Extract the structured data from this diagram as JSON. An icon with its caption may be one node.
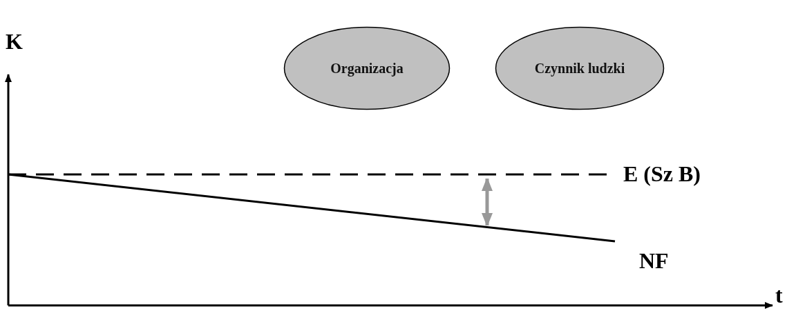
{
  "diagram": {
    "nodes": [
      {
        "text": [
          "Organizacja"
        ]
      },
      {
        "text": [
          "Czynnik ludzki"
        ]
      }
    ],
    "labels": [
      "K",
      "E (Sz B)",
      "NF",
      "t"
    ]
  }
}
